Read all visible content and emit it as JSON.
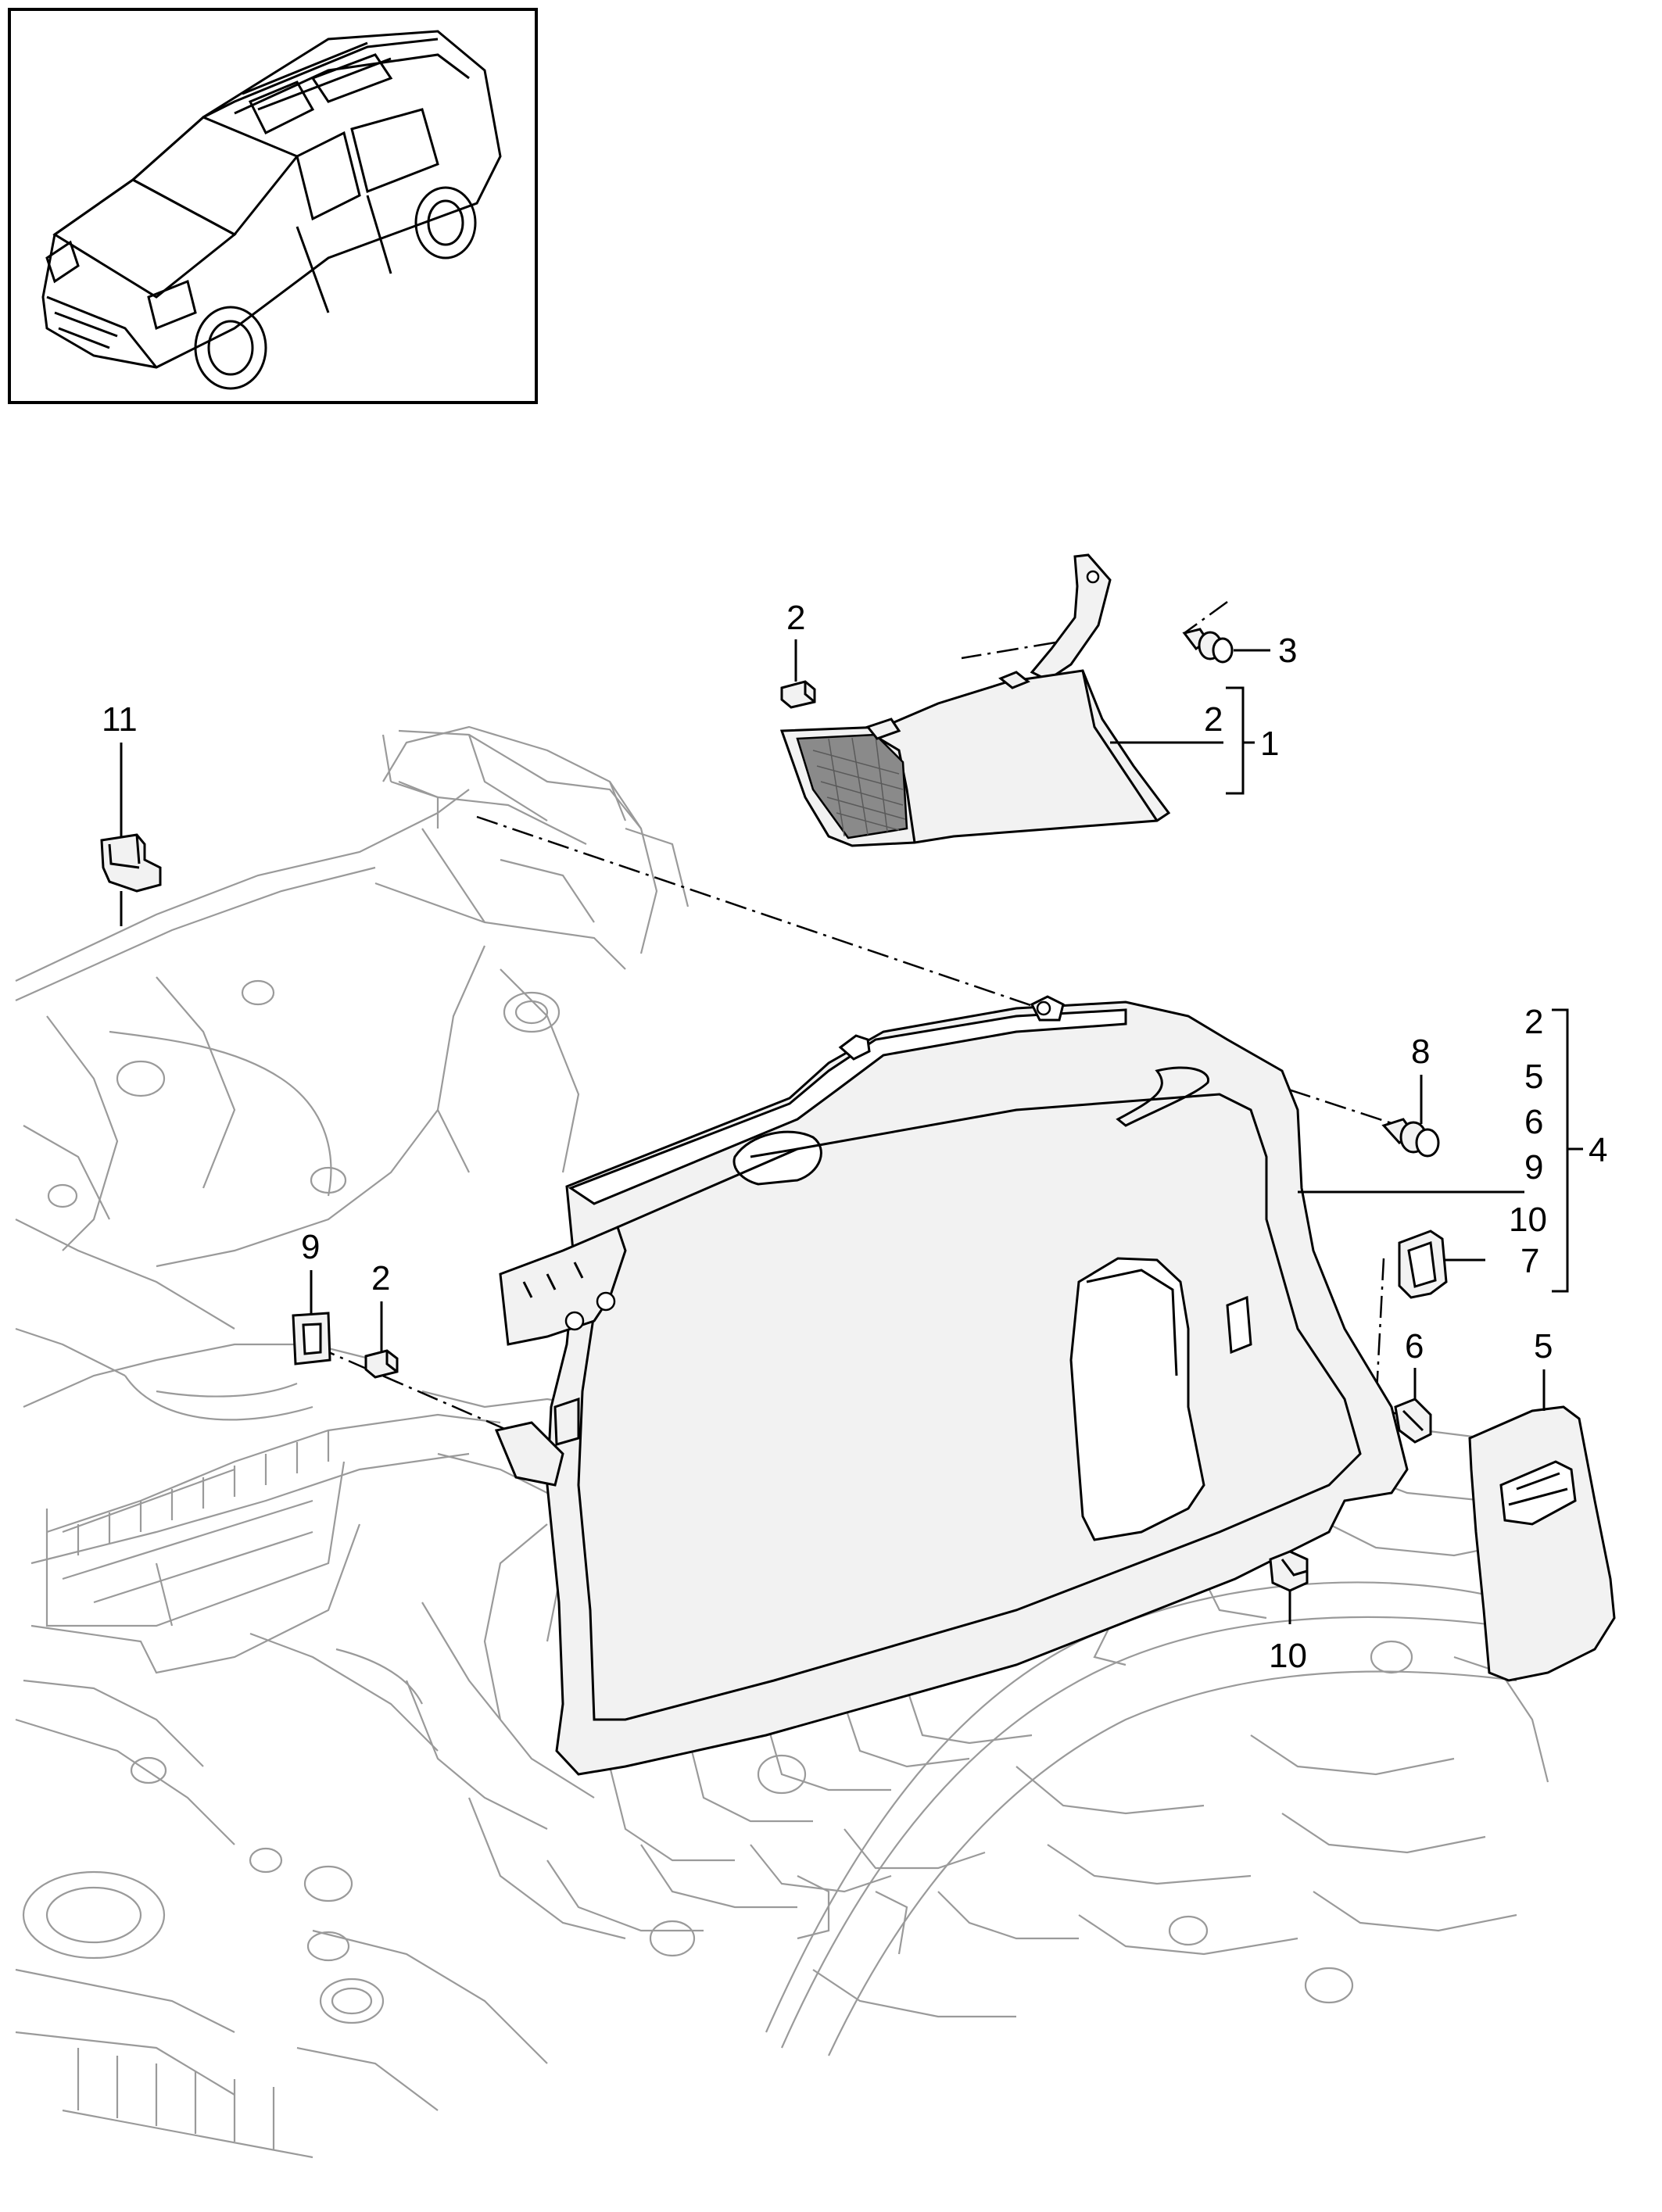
{
  "callouts": {
    "c1": "1",
    "c2_top": "2",
    "c2_right_of_1": "2",
    "c3": "3",
    "c4": "4",
    "c4_sub_2": "2",
    "c4_sub_5": "5",
    "c4_sub_6": "6",
    "c4_sub_9": "9",
    "c4_sub_10": "10",
    "c7": "7",
    "c8": "8",
    "c9": "9",
    "c2_mid": "2",
    "c5": "5",
    "c6": "6",
    "c10": "10",
    "c11": "11"
  }
}
